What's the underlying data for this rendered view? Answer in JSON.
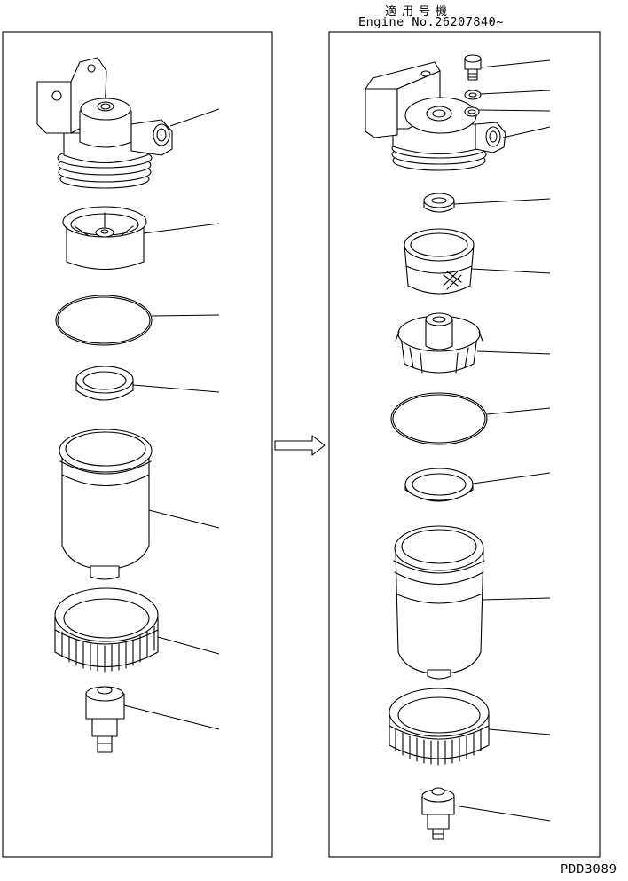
{
  "header": {
    "applicable_label": "適用号機",
    "engine_serial": "Engine No.26207840~"
  },
  "figure_code": "PDD3089"
}
